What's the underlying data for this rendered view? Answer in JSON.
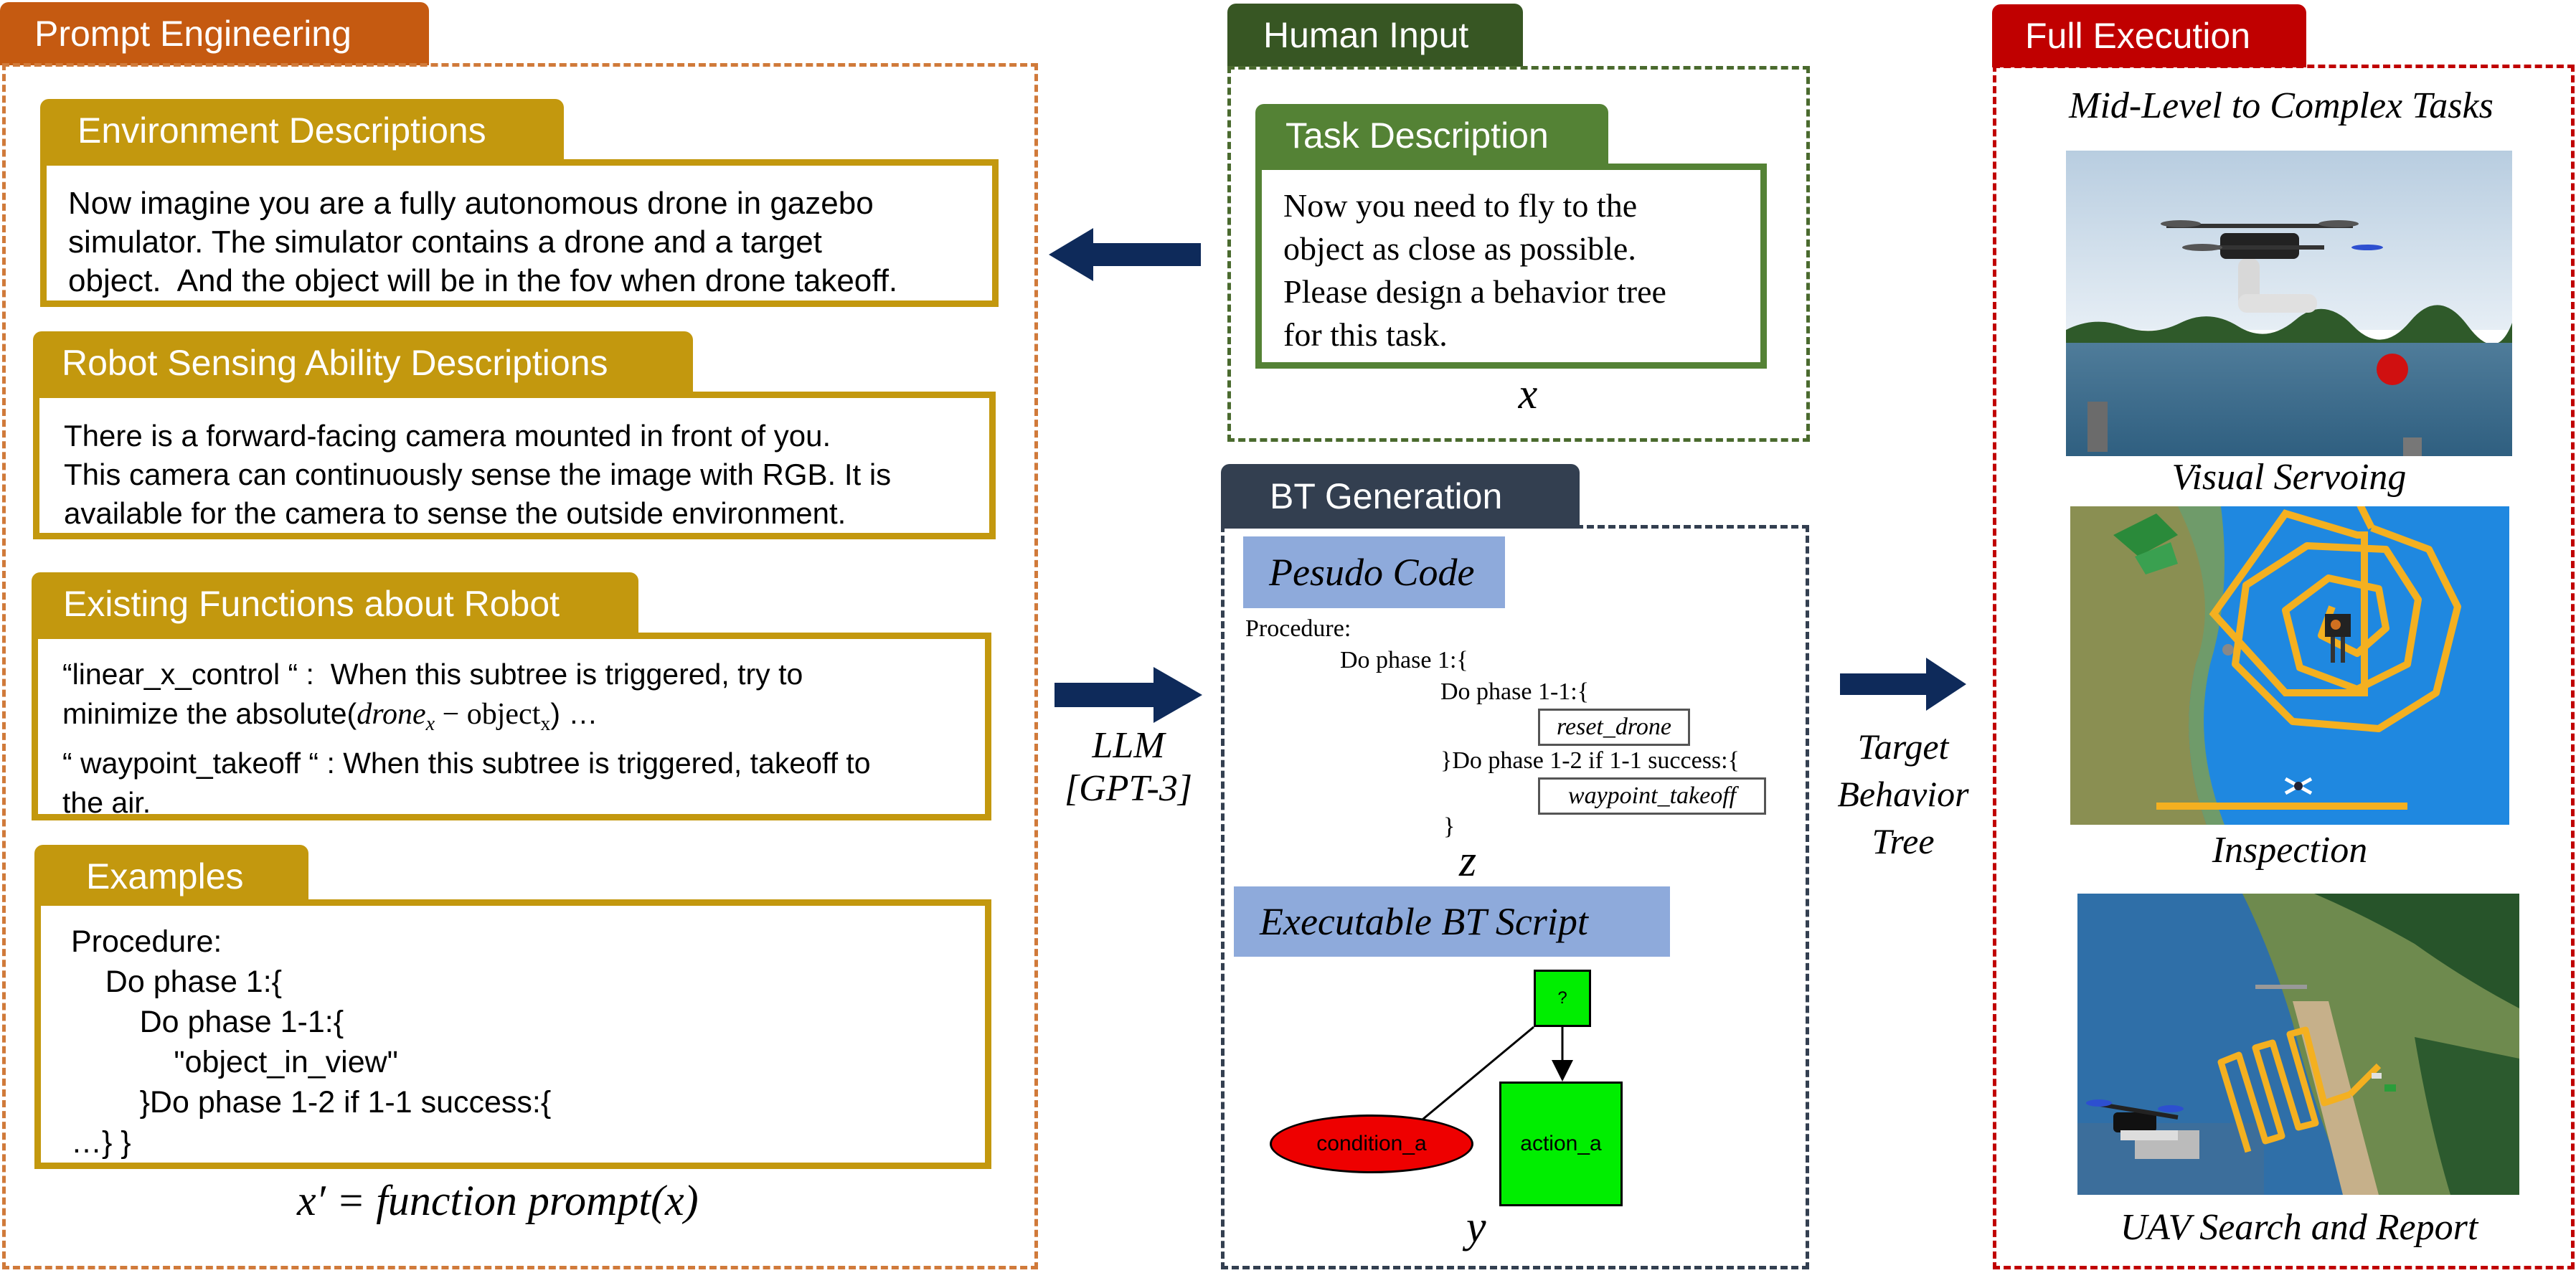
{
  "prompt_engineering": {
    "title": "Prompt Engineering",
    "env": {
      "title": "Environment Descriptions",
      "lines": [
        "Now imagine you are a fully autonomous drone in gazebo",
        "simulator. The simulator contains a drone and a target",
        "object.  And the object will be in the fov when drone takeoff."
      ]
    },
    "sensing": {
      "title": "Robot Sensing Ability Descriptions",
      "lines": [
        "There is a forward-facing camera mounted in front of you.",
        "This camera can continuously sense the image with RGB. It is",
        "available for the camera to sense the outside environment."
      ]
    },
    "functions": {
      "title": "Existing Functions about Robot",
      "line1": "“linear_x_control “ :  When this subtree is triggered, try to",
      "line2_prefix": "minimize the absolute(",
      "line2_math": "drone",
      "line2_sub": "x",
      "line2_minus": " − object",
      "line2_sub2": "x",
      "line2_suffix": ") …",
      "line3": "“ waypoint_takeoff “ : When this subtree is triggered, takeoff to",
      "line4": "the air."
    },
    "examples": {
      "title": "Examples",
      "lines": [
        "Procedure:",
        "    Do phase 1:{",
        "        Do phase 1-1:{",
        "            \"object_in_view\"",
        "        }Do phase 1-2 if 1-1 success:{",
        "…} }"
      ]
    },
    "formula": "x′ = function prompt(x)"
  },
  "human_input": {
    "title": "Human Input",
    "task_title": "Task Description",
    "task_lines": [
      "Now you need to fly to the",
      "object as close as possible.",
      "Please design a behavior tree",
      "for this task."
    ],
    "var": "x"
  },
  "llm_label": [
    "LLM",
    "[GPT-3]"
  ],
  "bt_generation": {
    "title": "BT Generation",
    "pseudo_title": "Pesudo Code",
    "procedure": "Procedure:",
    "phase1": "Do phase 1:{",
    "phase11": "Do phase 1-1:{",
    "reset": "reset_drone",
    "phase12": "}Do phase 1-2 if 1-1 success:{",
    "takeoff": "waypoint_takeoff",
    "close": "}",
    "z": "z",
    "script_title": "Executable BT Script",
    "node_root": "?",
    "node_condition": "condition_a",
    "node_action": "action_a",
    "y": "y"
  },
  "target_label": [
    "Target",
    "Behavior",
    "Tree"
  ],
  "full_execution": {
    "title": "Full Execution",
    "subtitle": "Mid-Level to Complex Tasks",
    "captions": [
      "Visual Servoing",
      "Inspection",
      "UAV Search and Report"
    ]
  },
  "colors": {
    "orange": "#c55a11",
    "gold": "#c3980e",
    "dark_green": "#375623",
    "green": "#548235",
    "slate": "#333f50",
    "red": "#c00000",
    "navy": "#0e2a5a",
    "light_blue": "#8eaadb"
  }
}
